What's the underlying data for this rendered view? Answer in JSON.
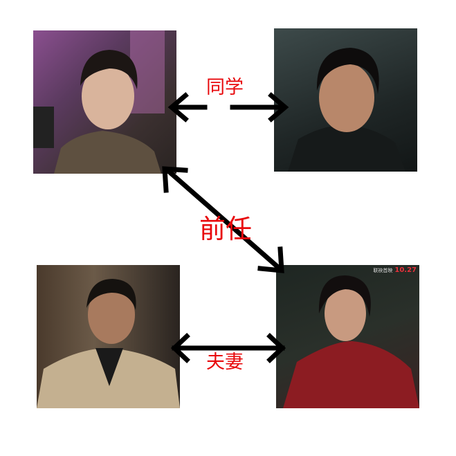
{
  "relations": [
    {
      "label": "同学",
      "from": "top-left",
      "to": "top-right"
    },
    {
      "label": "前任",
      "from": "top-left",
      "to": "bottom-right"
    },
    {
      "label": "夫妻",
      "from": "bottom-left",
      "to": "bottom-right"
    }
  ],
  "poster": {
    "subtitle": "联袂首映",
    "date": "10.27"
  },
  "colors": {
    "label": "#e8090c",
    "arrow": "#000000"
  }
}
